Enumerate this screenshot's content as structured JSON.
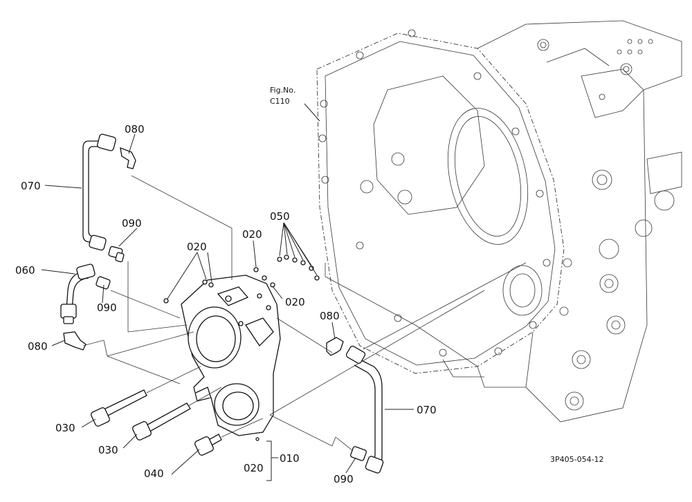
{
  "fig_ref": {
    "line1": "Fig.No.",
    "line2": "C110"
  },
  "drawing_code": "3P405-054-12",
  "callouts": {
    "p010": "010",
    "p020_top": "020",
    "p020_mid": "020",
    "p020_right": "020",
    "p020_bottom": "020",
    "p030_a": "030",
    "p030_b": "030",
    "p040": "040",
    "p050": "050",
    "p060": "060",
    "p070_left": "070",
    "p070_right": "070",
    "p080_top": "080",
    "p080_left": "080",
    "p080_mid": "080",
    "p090_top": "090",
    "p090_mid": "090",
    "p090_bottom": "090"
  }
}
